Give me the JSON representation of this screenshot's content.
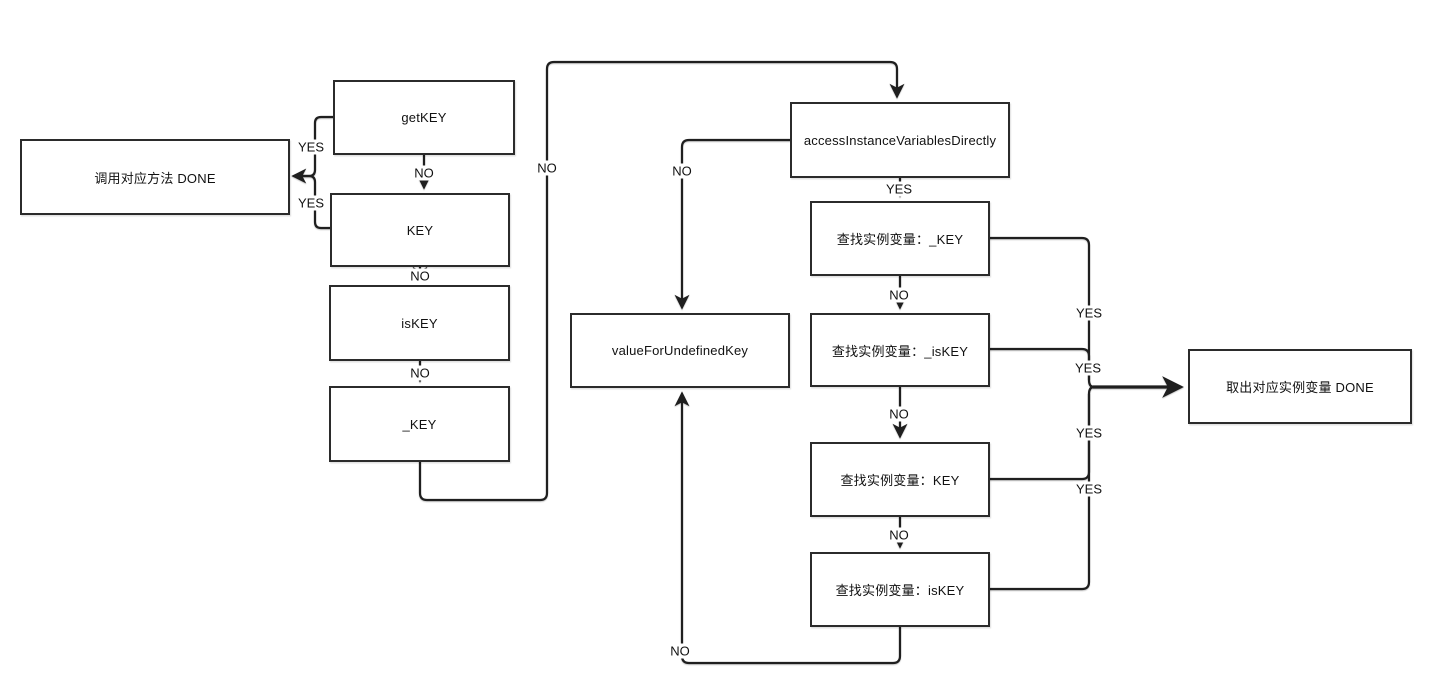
{
  "diagram": {
    "type": "flowchart",
    "background_color": "#ffffff",
    "line_color": "#1f1f1f",
    "nodes": [
      {
        "id": "call-method-done",
        "label": "调用对应方法 DONE"
      },
      {
        "id": "get-key",
        "label": "getKEY"
      },
      {
        "id": "key",
        "label": "KEY"
      },
      {
        "id": "is-key",
        "label": "isKEY"
      },
      {
        "id": "underscore-key",
        "label": "_KEY"
      },
      {
        "id": "access-instance-variables-directly",
        "label": "accessInstanceVariablesDirectly"
      },
      {
        "id": "find-ivar-underscore-key",
        "label": "查找实例变量：_KEY"
      },
      {
        "id": "find-ivar-underscore-is-key",
        "label": "查找实例变量：_isKEY"
      },
      {
        "id": "value-for-undefined-key",
        "label": "valueForUndefinedKey"
      },
      {
        "id": "find-ivar-key",
        "label": "查找实例变量：KEY"
      },
      {
        "id": "find-ivar-is-key",
        "label": "查找实例变量：isKEY"
      },
      {
        "id": "fetch-ivar-done",
        "label": "取出对应实例变量 DONE"
      }
    ],
    "edges": [
      {
        "from": "get-key",
        "to": "call-method-done",
        "label": "YES"
      },
      {
        "from": "key",
        "to": "call-method-done",
        "label": "YES"
      },
      {
        "from": "get-key",
        "to": "key",
        "label": "NO"
      },
      {
        "from": "key",
        "to": "is-key",
        "label": "NO"
      },
      {
        "from": "is-key",
        "to": "underscore-key",
        "label": "NO"
      },
      {
        "from": "underscore-key",
        "to": "access-instance-variables-directly",
        "label": "NO"
      },
      {
        "from": "access-instance-variables-directly",
        "to": "value-for-undefined-key",
        "label": "NO"
      },
      {
        "from": "access-instance-variables-directly",
        "to": "find-ivar-underscore-key",
        "label": "YES"
      },
      {
        "from": "find-ivar-underscore-key",
        "to": "find-ivar-underscore-is-key",
        "label": "NO"
      },
      {
        "from": "find-ivar-underscore-is-key",
        "to": "find-ivar-key",
        "label": "NO"
      },
      {
        "from": "find-ivar-key",
        "to": "find-ivar-is-key",
        "label": "NO"
      },
      {
        "from": "find-ivar-is-key",
        "to": "value-for-undefined-key",
        "label": "NO"
      },
      {
        "from": "find-ivar-underscore-key",
        "to": "fetch-ivar-done",
        "label": "YES"
      },
      {
        "from": "find-ivar-underscore-is-key",
        "to": "fetch-ivar-done",
        "label": "YES"
      },
      {
        "from": "find-ivar-key",
        "to": "fetch-ivar-done",
        "label": "YES"
      },
      {
        "from": "find-ivar-is-key",
        "to": "fetch-ivar-done",
        "label": "YES"
      }
    ]
  }
}
